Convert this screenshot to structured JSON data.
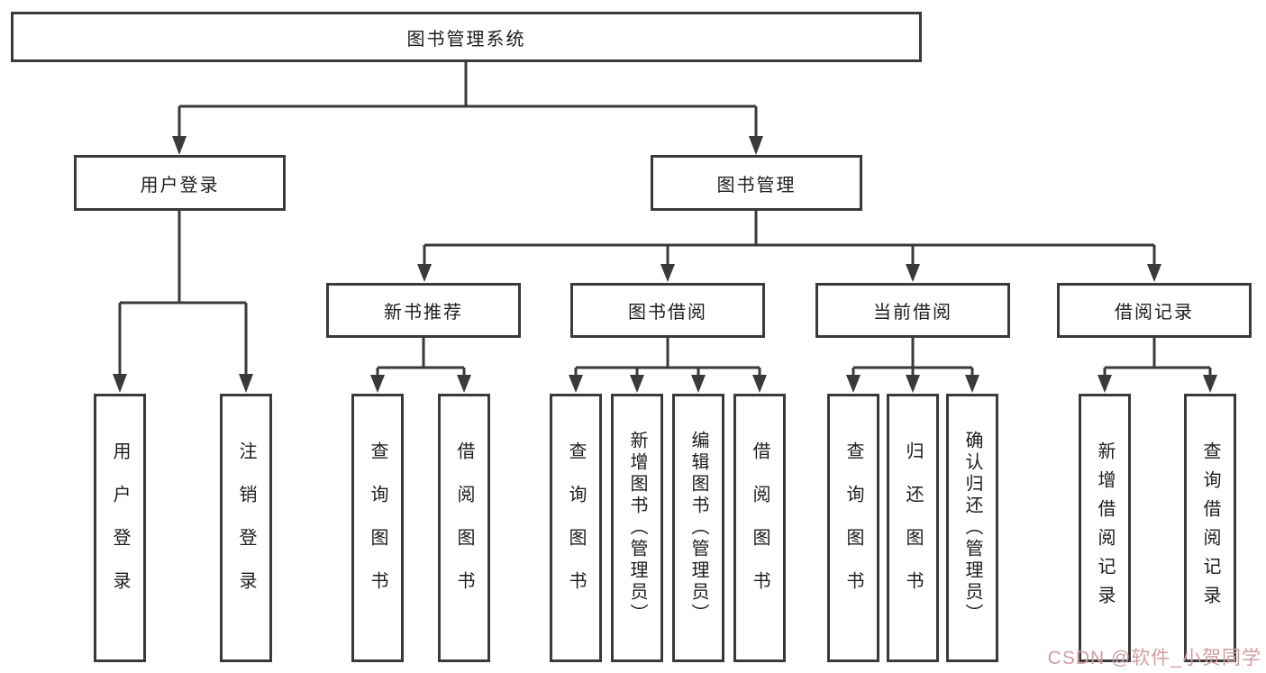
{
  "diagram": {
    "root": "图书管理系统",
    "level2": [
      "用户登录",
      "图书管理"
    ],
    "level3": [
      "新书推荐",
      "图书借阅",
      "当前借阅",
      "借阅记录"
    ],
    "leaves": {
      "login": [
        "用户登录",
        "注销登录"
      ],
      "newbook": [
        "查询图书",
        "借阅图书"
      ],
      "borrow": [
        "查询图书",
        "新增图书（管理员）",
        "编辑图书（管理员）",
        "借阅图书"
      ],
      "current": [
        "查询图书",
        "归还图书",
        "确认归还（管理员）"
      ],
      "record": [
        "新增借阅记录",
        "查询借阅记录"
      ]
    }
  },
  "watermark": "CSDN @软件_小贺同学",
  "colors": {
    "line": "#3a3a3a",
    "border": "#3a3a3a",
    "text": "#1d1d1d",
    "watermark": "#d09da4",
    "background": "#ffffff"
  }
}
